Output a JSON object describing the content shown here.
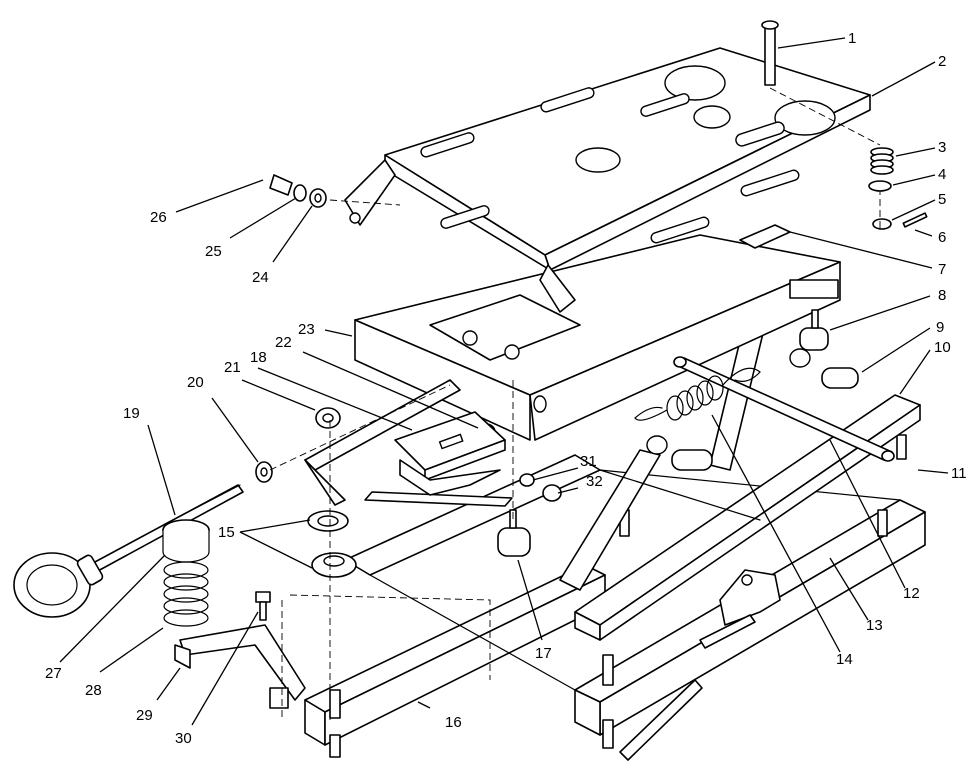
{
  "colors": {
    "ink": "#000000",
    "paper": "#ffffff"
  },
  "callouts": [
    {
      "num": "1"
    },
    {
      "num": "2"
    },
    {
      "num": "3"
    },
    {
      "num": "4"
    },
    {
      "num": "5"
    },
    {
      "num": "6"
    },
    {
      "num": "7"
    },
    {
      "num": "8"
    },
    {
      "num": "9"
    },
    {
      "num": "10"
    },
    {
      "num": "11"
    },
    {
      "num": "12"
    },
    {
      "num": "13"
    },
    {
      "num": "14"
    },
    {
      "num": "15"
    },
    {
      "num": "16"
    },
    {
      "num": "17"
    },
    {
      "num": "18"
    },
    {
      "num": "19"
    },
    {
      "num": "20"
    },
    {
      "num": "21"
    },
    {
      "num": "22"
    },
    {
      "num": "23"
    },
    {
      "num": "24"
    },
    {
      "num": "25"
    },
    {
      "num": "26"
    },
    {
      "num": "27"
    },
    {
      "num": "28"
    },
    {
      "num": "29"
    },
    {
      "num": "30"
    },
    {
      "num": "31"
    },
    {
      "num": "32"
    }
  ]
}
